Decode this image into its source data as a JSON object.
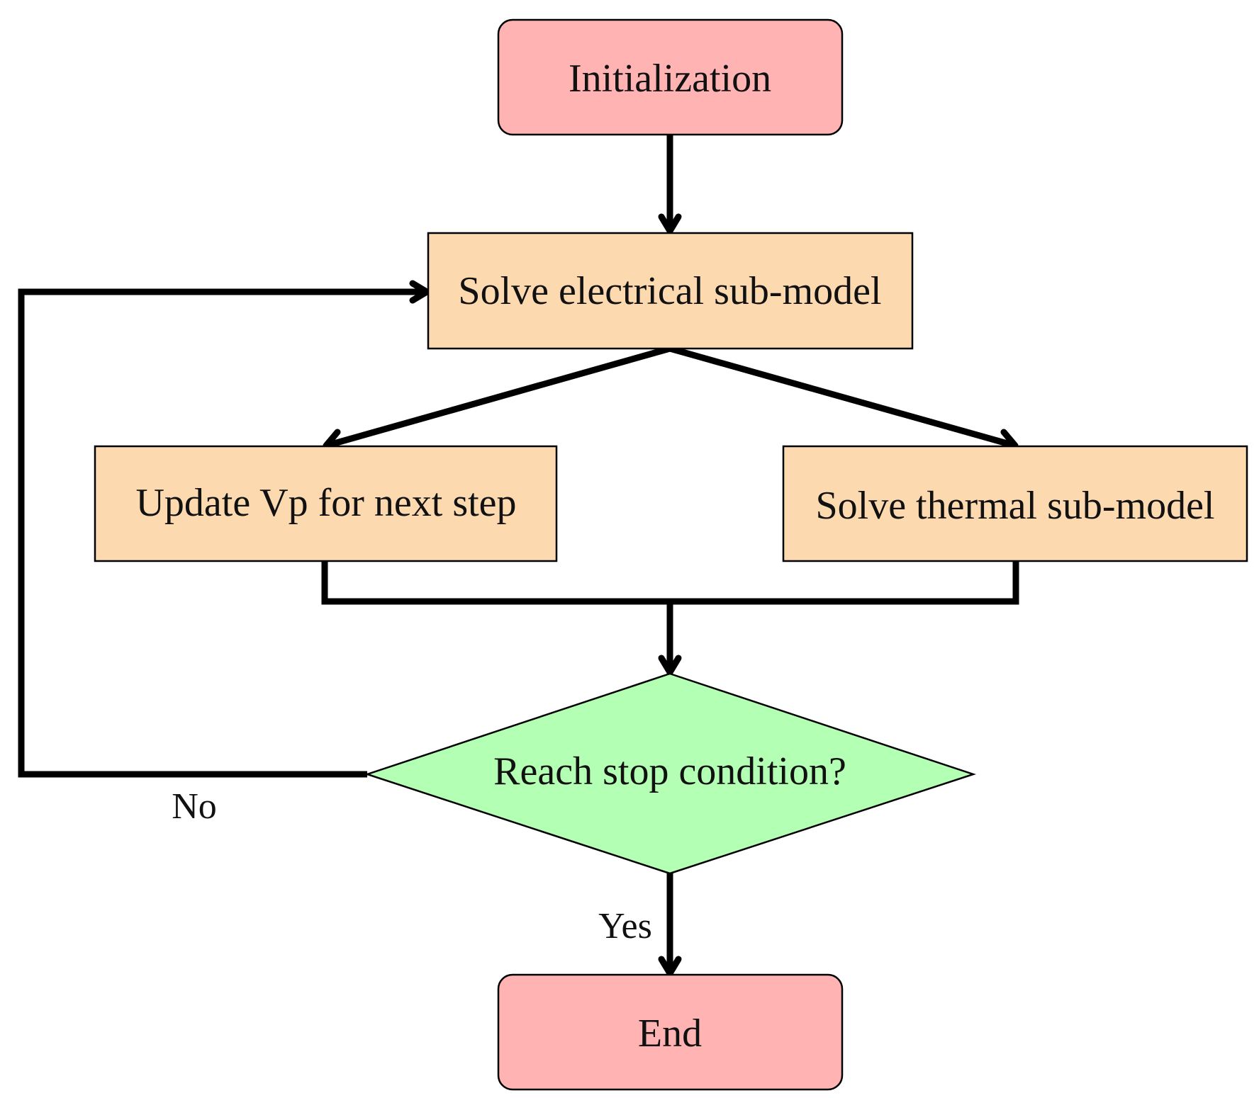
{
  "nodes": {
    "init": {
      "label": "Initialization"
    },
    "elec": {
      "label": "Solve electrical sub-model"
    },
    "update": {
      "label": "Update Vp for next step"
    },
    "thermal": {
      "label": "Solve thermal sub-model"
    },
    "decision": {
      "label": "Reach stop condition?"
    },
    "end": {
      "label": "End"
    }
  },
  "edges": {
    "no_label": "No",
    "yes_label": "Yes"
  },
  "colors": {
    "terminal_fill": "#FFB3B3",
    "process_fill": "#FDD9B0",
    "decision_fill": "#B3FFB3",
    "line": "#000000"
  }
}
